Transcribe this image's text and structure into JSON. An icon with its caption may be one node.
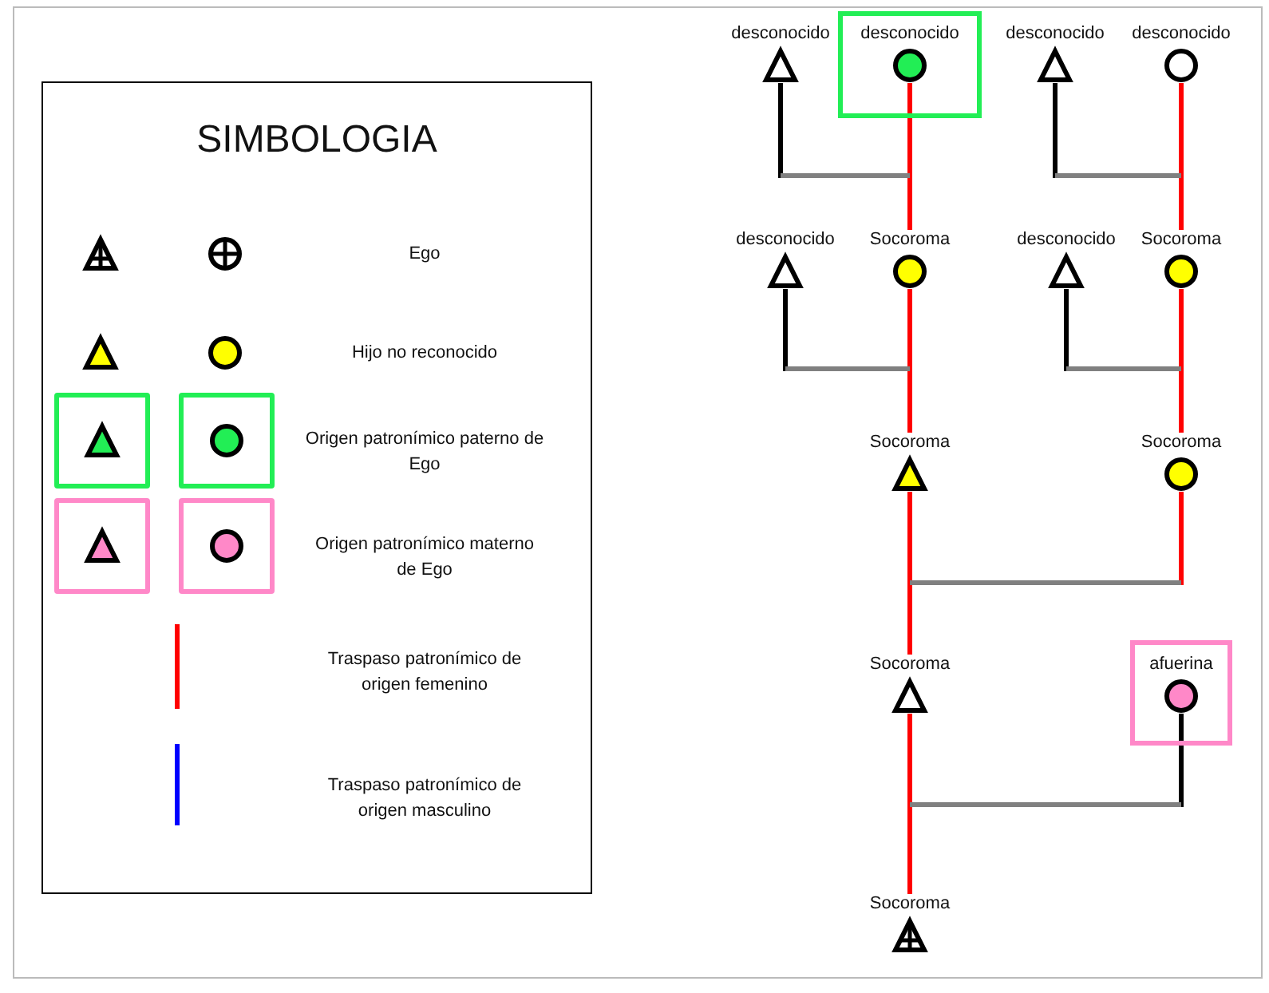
{
  "diagram": {
    "nodes": [
      {
        "text": [],
        "shape": "triangle",
        "beside": [
          "desconocido"
        ]
      },
      {
        "text": [],
        "shape": "box"
      },
      {
        "text": [],
        "shape": "circle",
        "beside": [
          "desconocido"
        ],
        "in": 1
      },
      {
        "text": [],
        "shape": "triangle",
        "beside": [
          "desconocido"
        ]
      },
      {
        "text": [],
        "shape": "circle",
        "beside": [
          "desconocido"
        ]
      },
      {
        "text": [],
        "shape": "triangle",
        "beside": [
          "desconocido"
        ]
      },
      {
        "text": [],
        "shape": "circle",
        "beside": [
          "Socoroma"
        ]
      },
      {
        "text": [],
        "shape": "triangle",
        "beside": [
          "desconocido"
        ]
      },
      {
        "text": [],
        "shape": "circle",
        "beside": [
          "Socoroma"
        ]
      },
      {
        "text": [],
        "shape": "triangle",
        "beside": [
          "Socoroma"
        ]
      },
      {
        "text": [],
        "shape": "circle",
        "beside": [
          "Socoroma"
        ]
      },
      {
        "text": [],
        "shape": "triangle",
        "beside": [
          "Socoroma"
        ]
      },
      {
        "text": [],
        "shape": "box"
      },
      {
        "text": [],
        "shape": "circle",
        "beside": [
          "afuerina"
        ],
        "in": 12
      },
      {
        "text": [],
        "shape": "triangle",
        "beside": [
          "Socoroma"
        ]
      }
    ],
    "edges": [
      {
        "from": 0,
        "to": 6,
        "arrow": "none",
        "color": "#000000"
      },
      {
        "from": 2,
        "to": 6,
        "arrow": "none"
      },
      {
        "from": 3,
        "to": 8,
        "arrow": "none",
        "color": "#000000"
      },
      {
        "from": 4,
        "to": 8,
        "arrow": "none"
      },
      {
        "from": 5,
        "to": 9,
        "arrow": "none",
        "color": "#000000"
      },
      {
        "from": 6,
        "to": 9,
        "arrow": "none"
      },
      {
        "from": 7,
        "to": 10,
        "arrow": "none",
        "color": "#000000"
      },
      {
        "from": 8,
        "to": 10,
        "arrow": "none"
      },
      {
        "from": 9,
        "to": 11,
        "arrow": "none"
      },
      {
        "from": 10,
        "to": 11,
        "arrow": "none"
      },
      {
        "from": 11,
        "to": 14,
        "arrow": "none"
      },
      {
        "from": 13,
        "to": 14,
        "arrow": "none",
        "color": "#000000"
      }
    ],
    "labels": [
      "SIMBOLOGIA"
    ],
    "legend": [
      {
        "text": "Ego"
      },
      {
        "text": "Hijo no reconocido"
      },
      {
        "text": "Origen patronímico paterno de Ego"
      },
      {
        "text": "Origen patronímico materno de Ego"
      },
      {
        "text": "Traspaso patronímico de origen femenino"
      },
      {
        "text": "Traspaso patronímico de origen masculino"
      }
    ]
  }
}
